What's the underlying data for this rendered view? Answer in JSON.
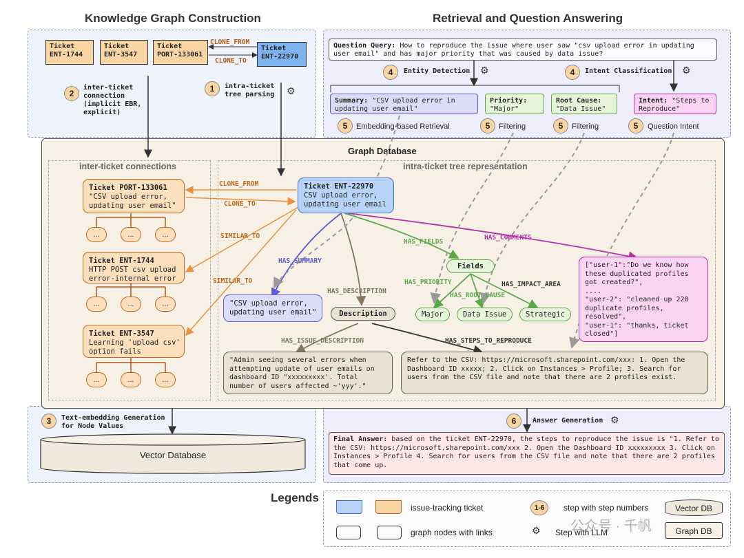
{
  "titles": {
    "kg_construction": "Knowledge Graph Construction",
    "retrieval_qa": "Retrieval and Question Answering",
    "graph_database": "Graph Database",
    "inter_ticket_connections": "inter-ticket connections",
    "intra_ticket_tree": "intra-ticket tree representation",
    "vector_database": "Vector Database",
    "legends": "Legends"
  },
  "tickets_top": [
    {
      "line1": "Ticket",
      "line2": "ENT-1744"
    },
    {
      "line1": "Ticket",
      "line2": "ENT-3547"
    },
    {
      "line1": "Ticket",
      "line2": "PORT-133061"
    }
  ],
  "ticket_blue_top": {
    "line1": "Ticket",
    "line2": "ENT-22970"
  },
  "steps": {
    "s1": {
      "num": "1",
      "text": "intra-ticket\ntree parsing"
    },
    "s2": {
      "num": "2",
      "text": "inter-ticket\nconnection\n(implicit EBR,\nexplicit)"
    },
    "s3": {
      "num": "3",
      "text": "Text-embedding Generation\nfor Node Values"
    },
    "s4a": {
      "num": "4",
      "text": "Entity Detection"
    },
    "s4b": {
      "num": "4",
      "text": "Intent Classification"
    },
    "s5a": {
      "num": "5",
      "text": "Embedding-based Retrieval"
    },
    "s5b": {
      "num": "5",
      "text": "Filtering"
    },
    "s5c": {
      "num": "5",
      "text": "Filtering"
    },
    "s5d": {
      "num": "5",
      "text": "Question Intent"
    },
    "s6": {
      "num": "6",
      "text": "Answer Generation"
    }
  },
  "question": {
    "label": "Question Query:",
    "text": " How to reproduce the issue where user saw \"csv upload error in updating user email\" and has major priority that was caused by data issue?"
  },
  "entities": {
    "summary": {
      "label": "Summary:",
      "text": " \"CSV upload error in updating user email\""
    },
    "priority": {
      "label": "Priority:",
      "text": "\"Major\""
    },
    "root_cause": {
      "label": "Root Cause:",
      "text": "\"Data Issue\""
    },
    "intent": {
      "label": "Intent:",
      "text": " \"Steps to Reproduce\""
    }
  },
  "inter_nodes": [
    {
      "title": "Ticket PORT-133061",
      "text": "\"CSV upload error,\nupdating user email\""
    },
    {
      "title": "Ticket ENT-1744",
      "text": "HTTP POST csv upload\nerror-internal error"
    },
    {
      "title": "Ticket ENT-3547",
      "text": "Learning 'upload csv'\noption fails"
    }
  ],
  "dots_label": "...",
  "main_node": {
    "title": "Ticket ENT-22970",
    "text": "CSV upload error,\nupdating user email"
  },
  "summary_node": "\"CSV upload error,\nupdating user email\"",
  "fields_node": "Fields",
  "description_node": "Description",
  "leaf_nodes": {
    "major": "Major",
    "data_issue": "Data Issue",
    "strategic": "Strategic"
  },
  "comments_node": "[\"user-1\":\"Do we know how\nthese duplicated profiles\ngot created?\",\n....\n\"user-2\": \"cleaned up 228\nduplicate profiles,\nresolved\",\n\"user-1\": \"thanks, ticket\nclosed\"]",
  "issue_desc_node": "\"Admin seeing several errors when\nattempting update of user emails on\ndashboard ID \"xxxxxxxxx'. Total\nnumber of users affected ~'yyy'.\"",
  "steps_node": "Refer to the CSV: https://microsoft.sharepoint.com/xxx: 1. Open the\nDashboard ID xxxxx; 2. Click on Instances > Profile; 3. Search for\nusers from the CSV file and note that there are 2 profiles exist.",
  "edges": {
    "clone_from": "CLONE_FROM",
    "clone_to": "CLONE_TO",
    "similar_to": "SIMILAR_TO",
    "has_summary": "HAS_SUMMARY",
    "has_fields": "HAS_FIELDS",
    "has_comments": "HAS_COMMENTS",
    "has_description": "HAS_DESCRIPTION",
    "has_priority": "HAS_PRIORITY",
    "has_root_cause": "HAS_ROOT_CAUSE",
    "has_impact_area": "HAS_IMPACT_AREA",
    "has_issue_description": "HAS_ISSUE_DESCRIPTION",
    "has_steps_to_reproduce": "HAS_STEPS_TO_REPRODUCE"
  },
  "final_answer": {
    "label": "Final Answer:",
    "text": " based on the ticket ENT-22970, the steps to reproduce the issue is \"1. Refer to the CSV: https://microsoft.sharepoint.com/xxx 2. Open the Dashboard ID xxxxxxxxx 3. Click on Instances > Profile 4. Search for users from the CSV file and note that there are 2 profiles that come up."
  },
  "legend": {
    "ticket": "issue-tracking ticket",
    "nodes": "graph nodes with links",
    "step_num_badge": "1-6",
    "step_numbers": "step with step numbers",
    "step_llm": "Step with LLM",
    "vector_db": "Vector DB",
    "graph_db": "Graph DB"
  },
  "watermark": "公众号 · 千帆",
  "colors": {
    "orange": "#e8913f",
    "blue": "#3a72d0",
    "green": "#5aa84a",
    "magenta": "#b52fa8",
    "brown": "#857660",
    "gray_dashed": "#9a9a9a",
    "purple": "#5b5bd6"
  }
}
